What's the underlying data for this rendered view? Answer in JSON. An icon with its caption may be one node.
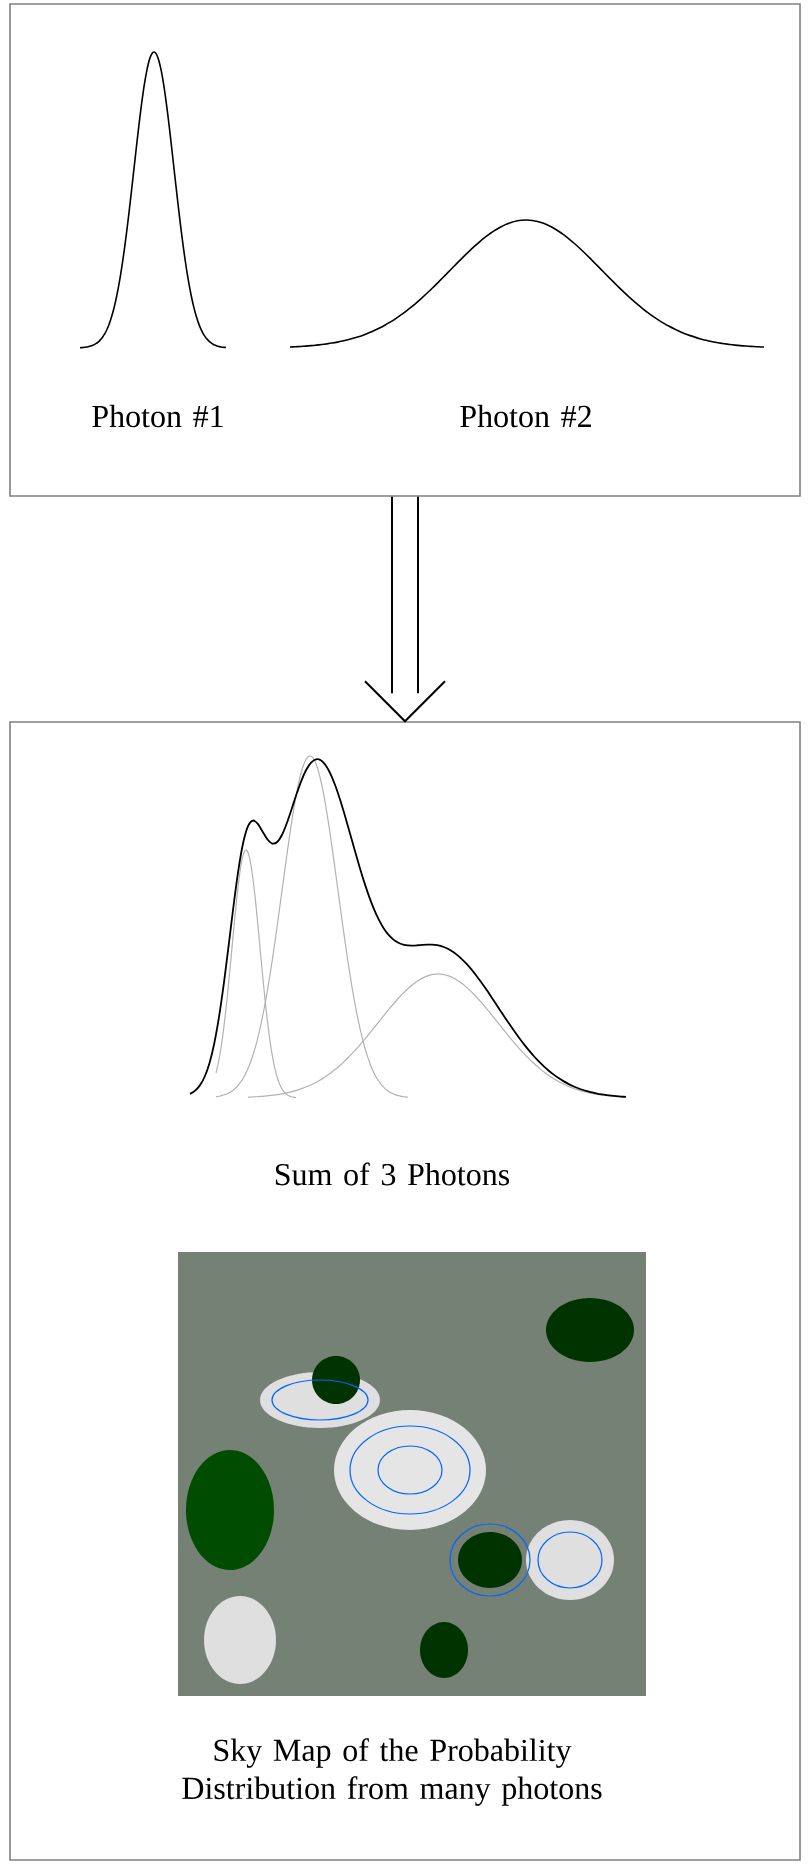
{
  "diagram": {
    "nodes": [
      {
        "text": [
          "Photon #1",
          "Photon #2"
        ]
      },
      {
        "text": [
          "Sum of 3 Photons",
          "Sky Map of the Probability Distribution from many photons"
        ]
      }
    ],
    "edges": [
      {
        "from": 0,
        "to": 1,
        "arrow": "to"
      }
    ]
  }
}
